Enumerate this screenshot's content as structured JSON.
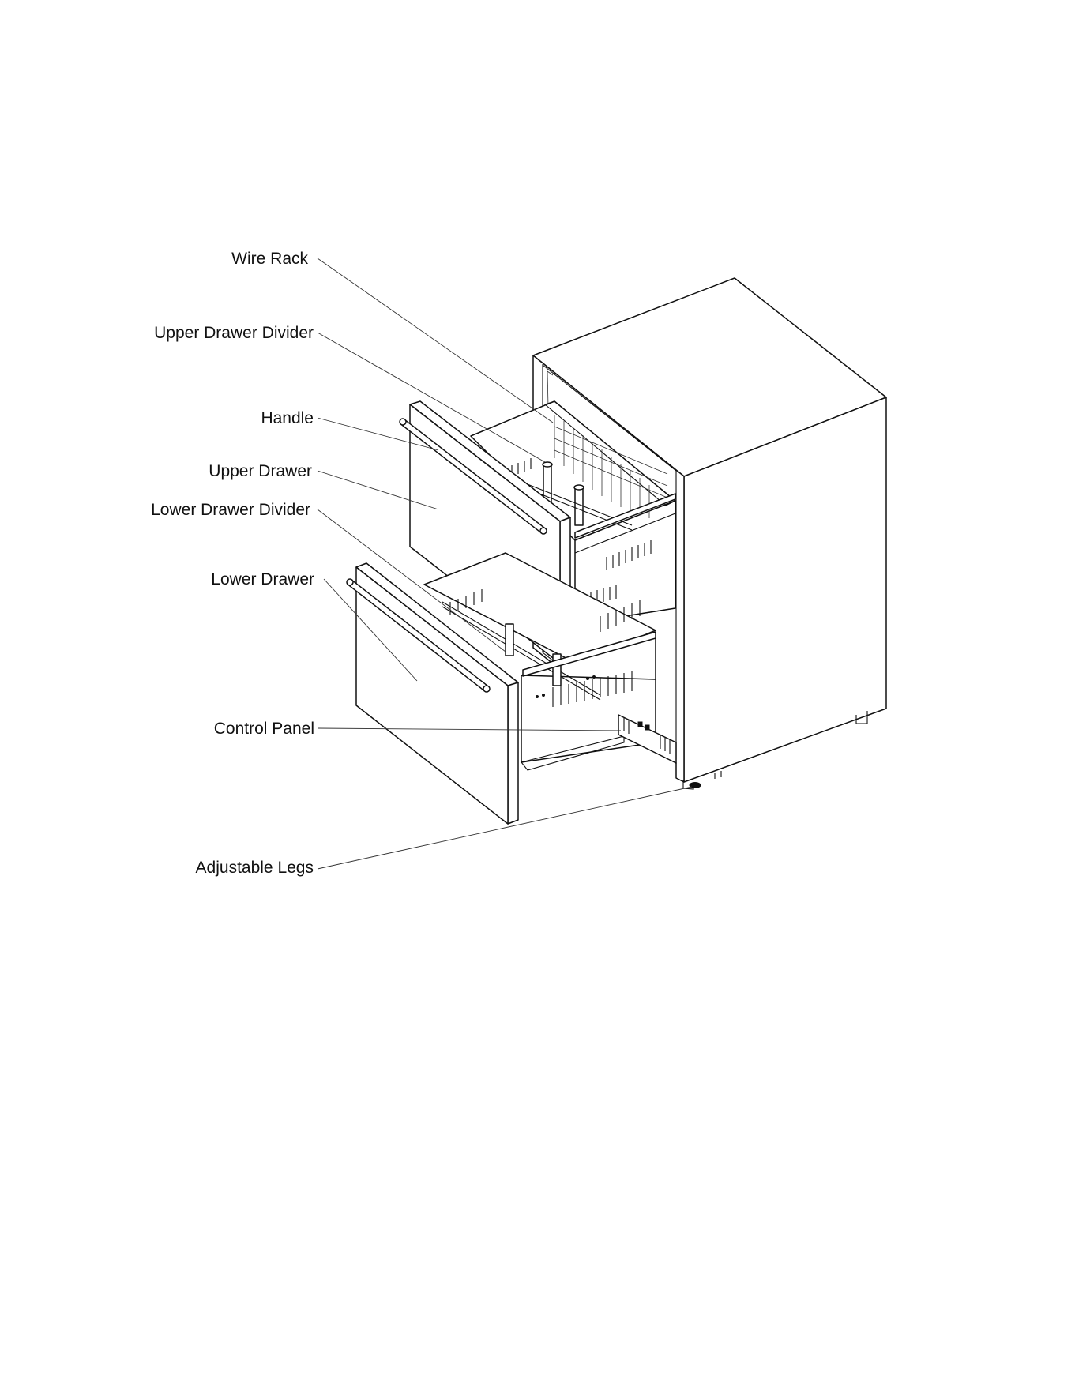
{
  "labels": {
    "wire_rack": "Wire Rack",
    "upper_drawer_divider": "Upper Drawer Divider",
    "handle": "Handle",
    "upper_drawer": "Upper Drawer",
    "lower_drawer_divider": "Lower Drawer Divider",
    "lower_drawer": "Lower Drawer",
    "control_panel": "Control Panel",
    "adjustable_legs": "Adjustable Legs"
  },
  "colors": {
    "line": "#111111",
    "background": "#ffffff"
  }
}
